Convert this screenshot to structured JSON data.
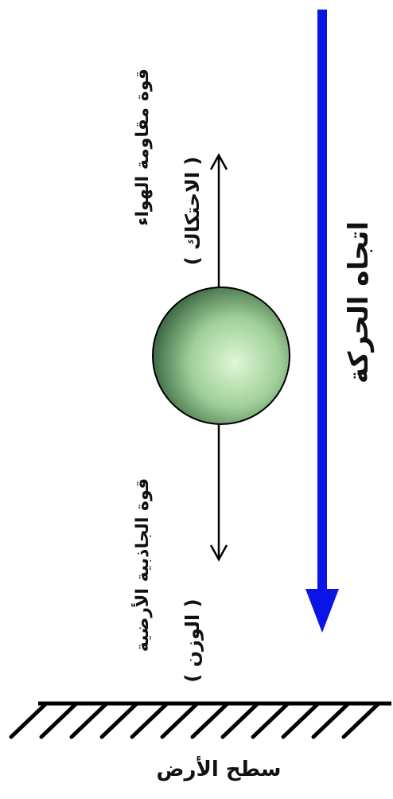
{
  "labels": {
    "motion_direction": "اتجاه الحركة",
    "air_resistance_line1": "قوة مقاومة الهواء",
    "air_resistance_line2": "( الاحتكاك )",
    "gravity_line1": "قوة الجاذبية الأرضية",
    "gravity_line2": "( الوزن )",
    "ground": "سطح الأرض"
  },
  "colors": {
    "motion_arrow": "#0a14e6",
    "force_arrow": "#000000",
    "ball_light": "#dff7d6",
    "ball_mid": "#9fcf98",
    "ball_dark": "#3f6b45",
    "ground": "#000000"
  },
  "icons": {
    "ball": "sphere",
    "ground": "hatched-surface"
  }
}
